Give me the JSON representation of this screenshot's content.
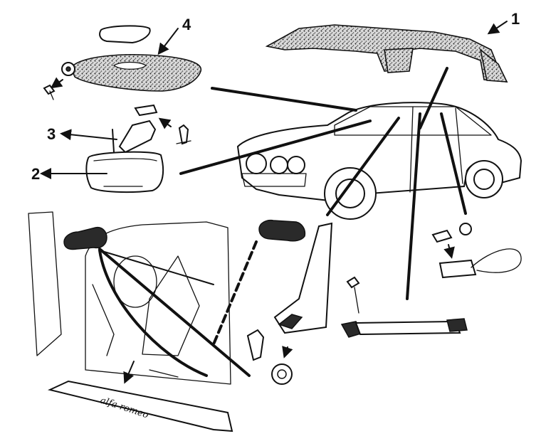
{
  "callouts": [
    {
      "id": "1",
      "label": "1"
    },
    {
      "id": "2",
      "label": "2"
    },
    {
      "id": "3",
      "label": "3"
    },
    {
      "id": "4",
      "label": "4"
    }
  ],
  "sill_plate_script": "alfa romeo",
  "colors": {
    "ink": "#111111",
    "paper": "#ffffff"
  }
}
